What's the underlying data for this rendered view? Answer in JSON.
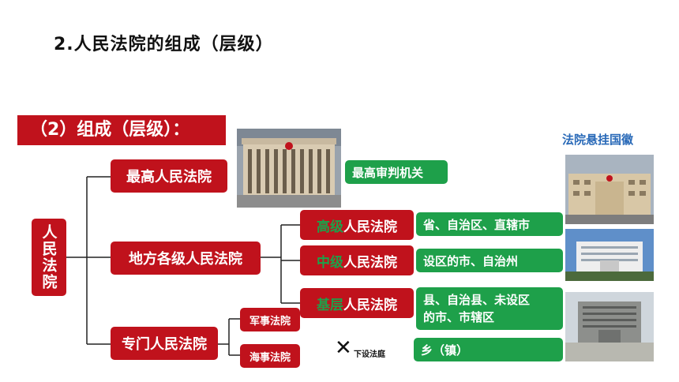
{
  "title": "2.人民法院的组成（层级）",
  "subtitle": "（2）组成（层级）：",
  "root": "人民法院",
  "level1": {
    "supreme": "最高人民法院",
    "local": "地方各级人民法院",
    "special": "专门人民法院"
  },
  "local_levels": [
    {
      "prefix": "高级",
      "suffix": "人民法院",
      "desc": "省、自治区、直辖市"
    },
    {
      "prefix": "中级",
      "suffix": "人民法院",
      "desc": "设区的市、自治州"
    },
    {
      "prefix": "基层",
      "suffix": "人民法院",
      "desc": "县、自治县、未设区的市、市辖区"
    }
  ],
  "supreme_desc": "最高审判机关",
  "special_courts": {
    "military": "军事法院",
    "maritime": "海事法院"
  },
  "no_tribunal_note": "下设法庭",
  "township": "乡（镇）",
  "emblem_label": "法院悬挂国徽",
  "colors": {
    "red": "#c0121c",
    "green": "#1ea04a",
    "blue": "#2a6ab8"
  }
}
